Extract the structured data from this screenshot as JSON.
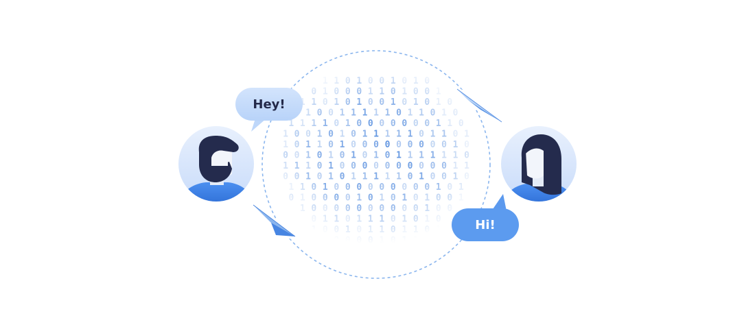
{
  "left_user": {
    "avatar": "man-with-beard-avatar",
    "message": "Hey!"
  },
  "right_user": {
    "avatar": "woman-long-hair-avatar",
    "message": "Hi!"
  },
  "binary_rows": [
    "1 1 0 1 0 0 1 0 1 0",
    "0 1 0 0 0 1 1 0 1 0 0 1",
    "1 1 0 1 0 1 0 0 1 0 1 0 1 0",
    "0 1 0 0 1 1 1 1 1 0 1 1 0 1 0",
    "1 1 1 1 0 1 0 0 0 0 0 0 0 1 1 0",
    "1 0 0 1 0 1 0 1 1 1 1 1 0 1 1 0 1",
    "1 0 1 1 0 1 0 0 0 0 0 0 0 0 0 1 0",
    "0 0 1 0 1 0 1 0 1 0 1 1 1 1 1 1 0",
    "1 1 1 0 1 0 0 0 0 0 0 0 0 0 0 1 1",
    "0 0 1 0 1 0 1 1 1 1 1 0 1 0 0 1 0",
    "1 1 0 1 0 0 0 0 0 0 0 0 0 1 0 1",
    "0 1 0 0 0 0 1 0 1 0 1 0 1 0 0 1",
    "1 0 0 0 0 0 0 0 0 0 0 1 0 0",
    "0 1 1 0 1 1 1 0 1 0 1 0",
    "1 0 0 1 0 1 1 0 1 1 0 1",
    "1 0 0 0 0 1 0 1 1 0",
    "0 1 1 1 0 1 0 0"
  ],
  "colors": {
    "bubble": "#c5dcfb",
    "avatar_bg": "#d9e7fc",
    "shirt": "#3d82e6",
    "hair": "#242b4d",
    "skin": "#f2f5fb",
    "text": "#232949",
    "dash": "#8bb6ee",
    "plane": "#86b3ee",
    "digit": "#3a7bd9"
  }
}
